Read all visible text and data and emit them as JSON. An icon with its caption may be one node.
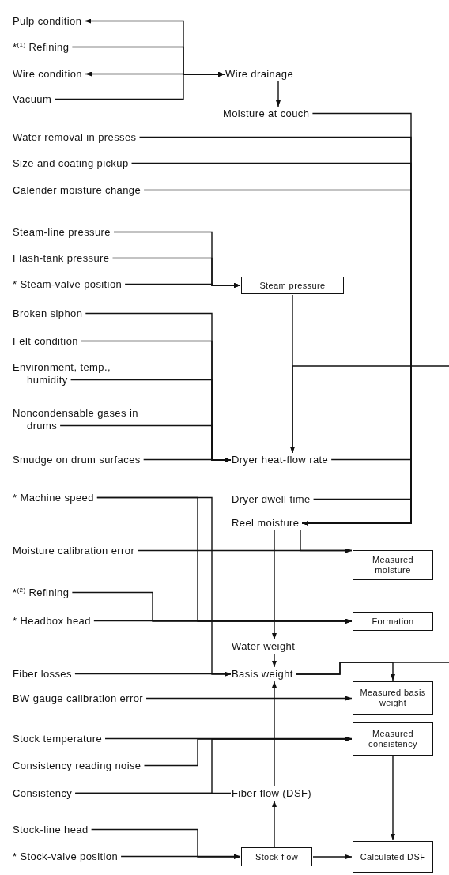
{
  "diagram": {
    "nodes": [
      {
        "text": [
          "Pulp condition"
        ]
      },
      {
        "text": [
          "*$^{(1)}$ Refining"
        ]
      },
      {
        "text": [
          "Wire condition"
        ]
      },
      {
        "text": [
          "Vacuum"
        ]
      },
      {
        "text": [
          "Wire drainage"
        ]
      },
      {
        "text": [
          "Moisture at couch"
        ]
      },
      {
        "text": [
          "Water removal in presses"
        ]
      },
      {
        "text": [
          "Size and coating pickup"
        ]
      },
      {
        "text": [
          "Calender moisture change"
        ]
      },
      {
        "text": [
          "Steam-line pressure"
        ]
      },
      {
        "text": [
          "Flash-tank pressure"
        ]
      },
      {
        "text": [
          "* Steam-valve position"
        ]
      },
      {
        "text": [
          "Steam pressure"
        ]
      },
      {
        "text": [
          "Broken siphon"
        ]
      },
      {
        "text": [
          "Felt condition"
        ]
      },
      {
        "text": [
          "Environment, temp., humidity"
        ]
      },
      {
        "text": [
          "Noncondensable gases in drums"
        ]
      },
      {
        "text": [
          "Smudge on drum surfaces"
        ]
      },
      {
        "text": [
          "Dryer heat-flow rate"
        ]
      },
      {
        "text": [
          "* Machine speed"
        ]
      },
      {
        "text": [
          "Dryer dwell time"
        ]
      },
      {
        "text": [
          "Reel moisture"
        ]
      },
      {
        "text": [
          "Moisture calibration error"
        ]
      },
      {
        "text": [
          "Measured moisture"
        ]
      },
      {
        "text": [
          "*$^{(2)}$ Refining"
        ]
      },
      {
        "text": [
          "* Headbox head"
        ]
      },
      {
        "text": [
          "Formation"
        ]
      },
      {
        "text": [
          "Water weight"
        ]
      },
      {
        "text": [
          "Fiber losses"
        ]
      },
      {
        "text": [
          "Basis weight"
        ]
      },
      {
        "text": [
          "BW gauge calibration error"
        ]
      },
      {
        "text": [
          "Measured basis weight"
        ]
      },
      {
        "text": [
          "Stock temperature"
        ]
      },
      {
        "text": [
          "Measured consistency"
        ]
      },
      {
        "text": [
          "Consistency reading noise"
        ]
      },
      {
        "text": [
          "Consistency"
        ]
      },
      {
        "text": [
          "Fiber flow (DSF)"
        ]
      },
      {
        "text": [
          "Stock-line head"
        ]
      },
      {
        "text": [
          "* Stock-valve position"
        ]
      },
      {
        "text": [
          "Stock flow"
        ]
      },
      {
        "text": [
          "Calculated DSF"
        ]
      }
    ],
    "edges": [
      {
        "from": 0,
        "to": 4,
        "arrow": "both"
      },
      {
        "from": 1,
        "to": 4,
        "arrow": "to"
      },
      {
        "from": 2,
        "to": 4,
        "arrow": "both"
      },
      {
        "from": 3,
        "to": 4,
        "arrow": "to"
      },
      {
        "from": 4,
        "to": 5,
        "arrow": "to"
      },
      {
        "from": 5,
        "to": 21,
        "arrow": "to"
      },
      {
        "from": 6,
        "to": 21,
        "arrow": "to"
      },
      {
        "from": 7,
        "to": 21,
        "arrow": "to"
      },
      {
        "from": 8,
        "to": 21,
        "arrow": "to"
      },
      {
        "from": 9,
        "to": 12,
        "arrow": "to"
      },
      {
        "from": 10,
        "to": 12,
        "arrow": "to"
      },
      {
        "from": 11,
        "to": 12,
        "arrow": "to"
      },
      {
        "from": 12,
        "to": 18,
        "arrow": "to"
      },
      {
        "from": 13,
        "to": 18,
        "arrow": "to"
      },
      {
        "from": 14,
        "to": 18,
        "arrow": "to"
      },
      {
        "from": 15,
        "to": 18,
        "arrow": "to"
      },
      {
        "from": 16,
        "to": 18,
        "arrow": "to"
      },
      {
        "from": 17,
        "to": 18,
        "arrow": "to"
      },
      {
        "from": null,
        "to": 18,
        "arrow": "to"
      },
      {
        "from": 18,
        "to": 21,
        "arrow": "to"
      },
      {
        "from": 20,
        "to": 21,
        "arrow": "to"
      },
      {
        "from": 19,
        "to": 29,
        "arrow": "to"
      },
      {
        "from": 19,
        "to": 26,
        "arrow": "to"
      },
      {
        "from": 21,
        "to": 23,
        "arrow": "to"
      },
      {
        "from": 21,
        "to": 27,
        "arrow": "to"
      },
      {
        "from": 22,
        "to": 23,
        "arrow": "to"
      },
      {
        "from": 24,
        "to": 26,
        "arrow": "to"
      },
      {
        "from": 25,
        "to": 26,
        "arrow": "to"
      },
      {
        "from": 27,
        "to": 29,
        "arrow": "to"
      },
      {
        "from": 28,
        "to": 29,
        "arrow": "to"
      },
      {
        "from": 29,
        "to": 31,
        "arrow": "to"
      },
      {
        "from": 29,
        "to": null,
        "arrow": "none"
      },
      {
        "from": 36,
        "to": 29,
        "arrow": "to"
      },
      {
        "from": 30,
        "to": 31,
        "arrow": "to"
      },
      {
        "from": 32,
        "to": 33,
        "arrow": "to"
      },
      {
        "from": 34,
        "to": 33,
        "arrow": "to"
      },
      {
        "from": 35,
        "to": 33,
        "arrow": "to"
      },
      {
        "from": 35,
        "to": 36,
        "arrow": "none"
      },
      {
        "from": 39,
        "to": 36,
        "arrow": "to"
      },
      {
        "from": 37,
        "to": 39,
        "arrow": "to"
      },
      {
        "from": 38,
        "to": 39,
        "arrow": "to"
      },
      {
        "from": 39,
        "to": 40,
        "arrow": "to"
      },
      {
        "from": 33,
        "to": 40,
        "arrow": "to"
      }
    ]
  }
}
